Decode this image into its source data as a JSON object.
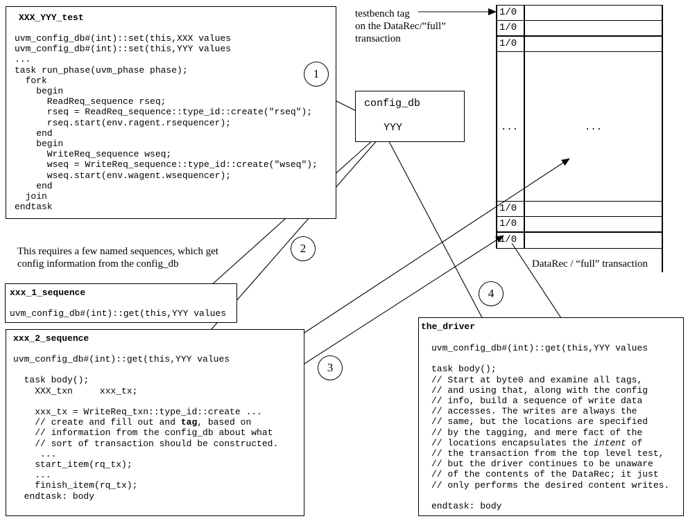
{
  "test_box": {
    "title": "XXX_YYY_test",
    "code": "uvm_config_db#(int)::set(this,XXX values\nuvm_config_db#(int)::set(this,YYY values\n...\ntask run_phase(uvm_phase phase);\n  fork\n    begin\n      ReadReq_sequence rseq;\n      rseq = ReadReq_sequence::type_id::create(\"rseq\");\n      rseq.start(env.ragent.rsequencer);\n    end\n    begin\n      WriteReq_sequence wseq;\n      wseq = WriteReq_sequence::type_id::create(\"wseq\");\n      wseq.start(env.wagent.wsequencer);\n    end\n  join\nendtask"
  },
  "config_db_box": {
    "title": "config_db",
    "content": "YYY"
  },
  "testbench_note": "testbench tag\non the DataRec/”full”\ntransaction",
  "sequences_note": "This requires a few named sequences, which get\nconfig information from the config_db",
  "seq1_box": {
    "title": "xxx_1_sequence",
    "code": "uvm_config_db#(int)::get(this,YYY values"
  },
  "seq2_box": {
    "title": "xxx_2_sequence",
    "code_before_tag": "uvm_config_db#(int)::get(this,YYY values\n\n  task body();\n    XXX_txn     xxx_tx;\n\n    xxx_tx = WriteReq_txn::type_id::create ...\n    // create and fill out and ",
    "tag_word": "tag",
    "code_after_tag": ", based on\n    // information from the config_db about what\n    // sort of transaction should be constructed.\n     ...\n    start_item(rq_tx);\n    ...\n    finish_item(rq_tx);\n  endtask: body"
  },
  "driver_box": {
    "title": "the_driver",
    "code_before_intent": "uvm_config_db#(int)::get(this,YYY values\n\ntask body();\n// Start at byte0 and examine all tags,\n// and using that, along with the config\n// info, build a sequence of write data\n// accesses. The writes are always the\n// same, but the locations are specified\n// by the tagging, and mere fact of the\n// locations encapsulates the ",
    "intent_word": "intent",
    "code_after_intent": " of\n// the transaction from the top level test,\n// but the driver continues to be unaware\n// of the contents of the DataRec; it just\n// only performs the desired content writes.\n\nendtask: body"
  },
  "datarec": {
    "top_tags": [
      "1/0",
      "1/0",
      "1/0"
    ],
    "ellipsis_left": "...",
    "ellipsis_right": "...",
    "bottom_tags": [
      "1/0",
      "1/0",
      "1/0"
    ],
    "caption": "DataRec / “full” transaction"
  },
  "step_labels": [
    "1",
    "2",
    "3",
    "4"
  ]
}
